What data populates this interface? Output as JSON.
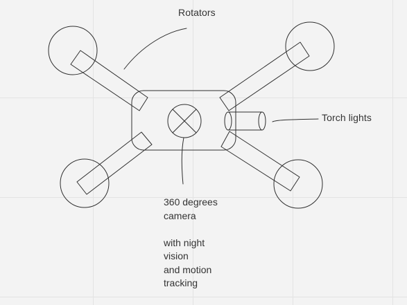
{
  "labels": {
    "rotators": "Rotators",
    "torch_lights": "Torch lights"
  },
  "camera_note": {
    "lines": [
      "360 degrees",
      "camera",
      "",
      "with night",
      "vision",
      "and motion",
      "tracking"
    ]
  },
  "colors": {
    "background": "#f3f3f3",
    "grid": "#e3e3e3",
    "stroke": "#2f2f2f",
    "text": "#333333"
  }
}
